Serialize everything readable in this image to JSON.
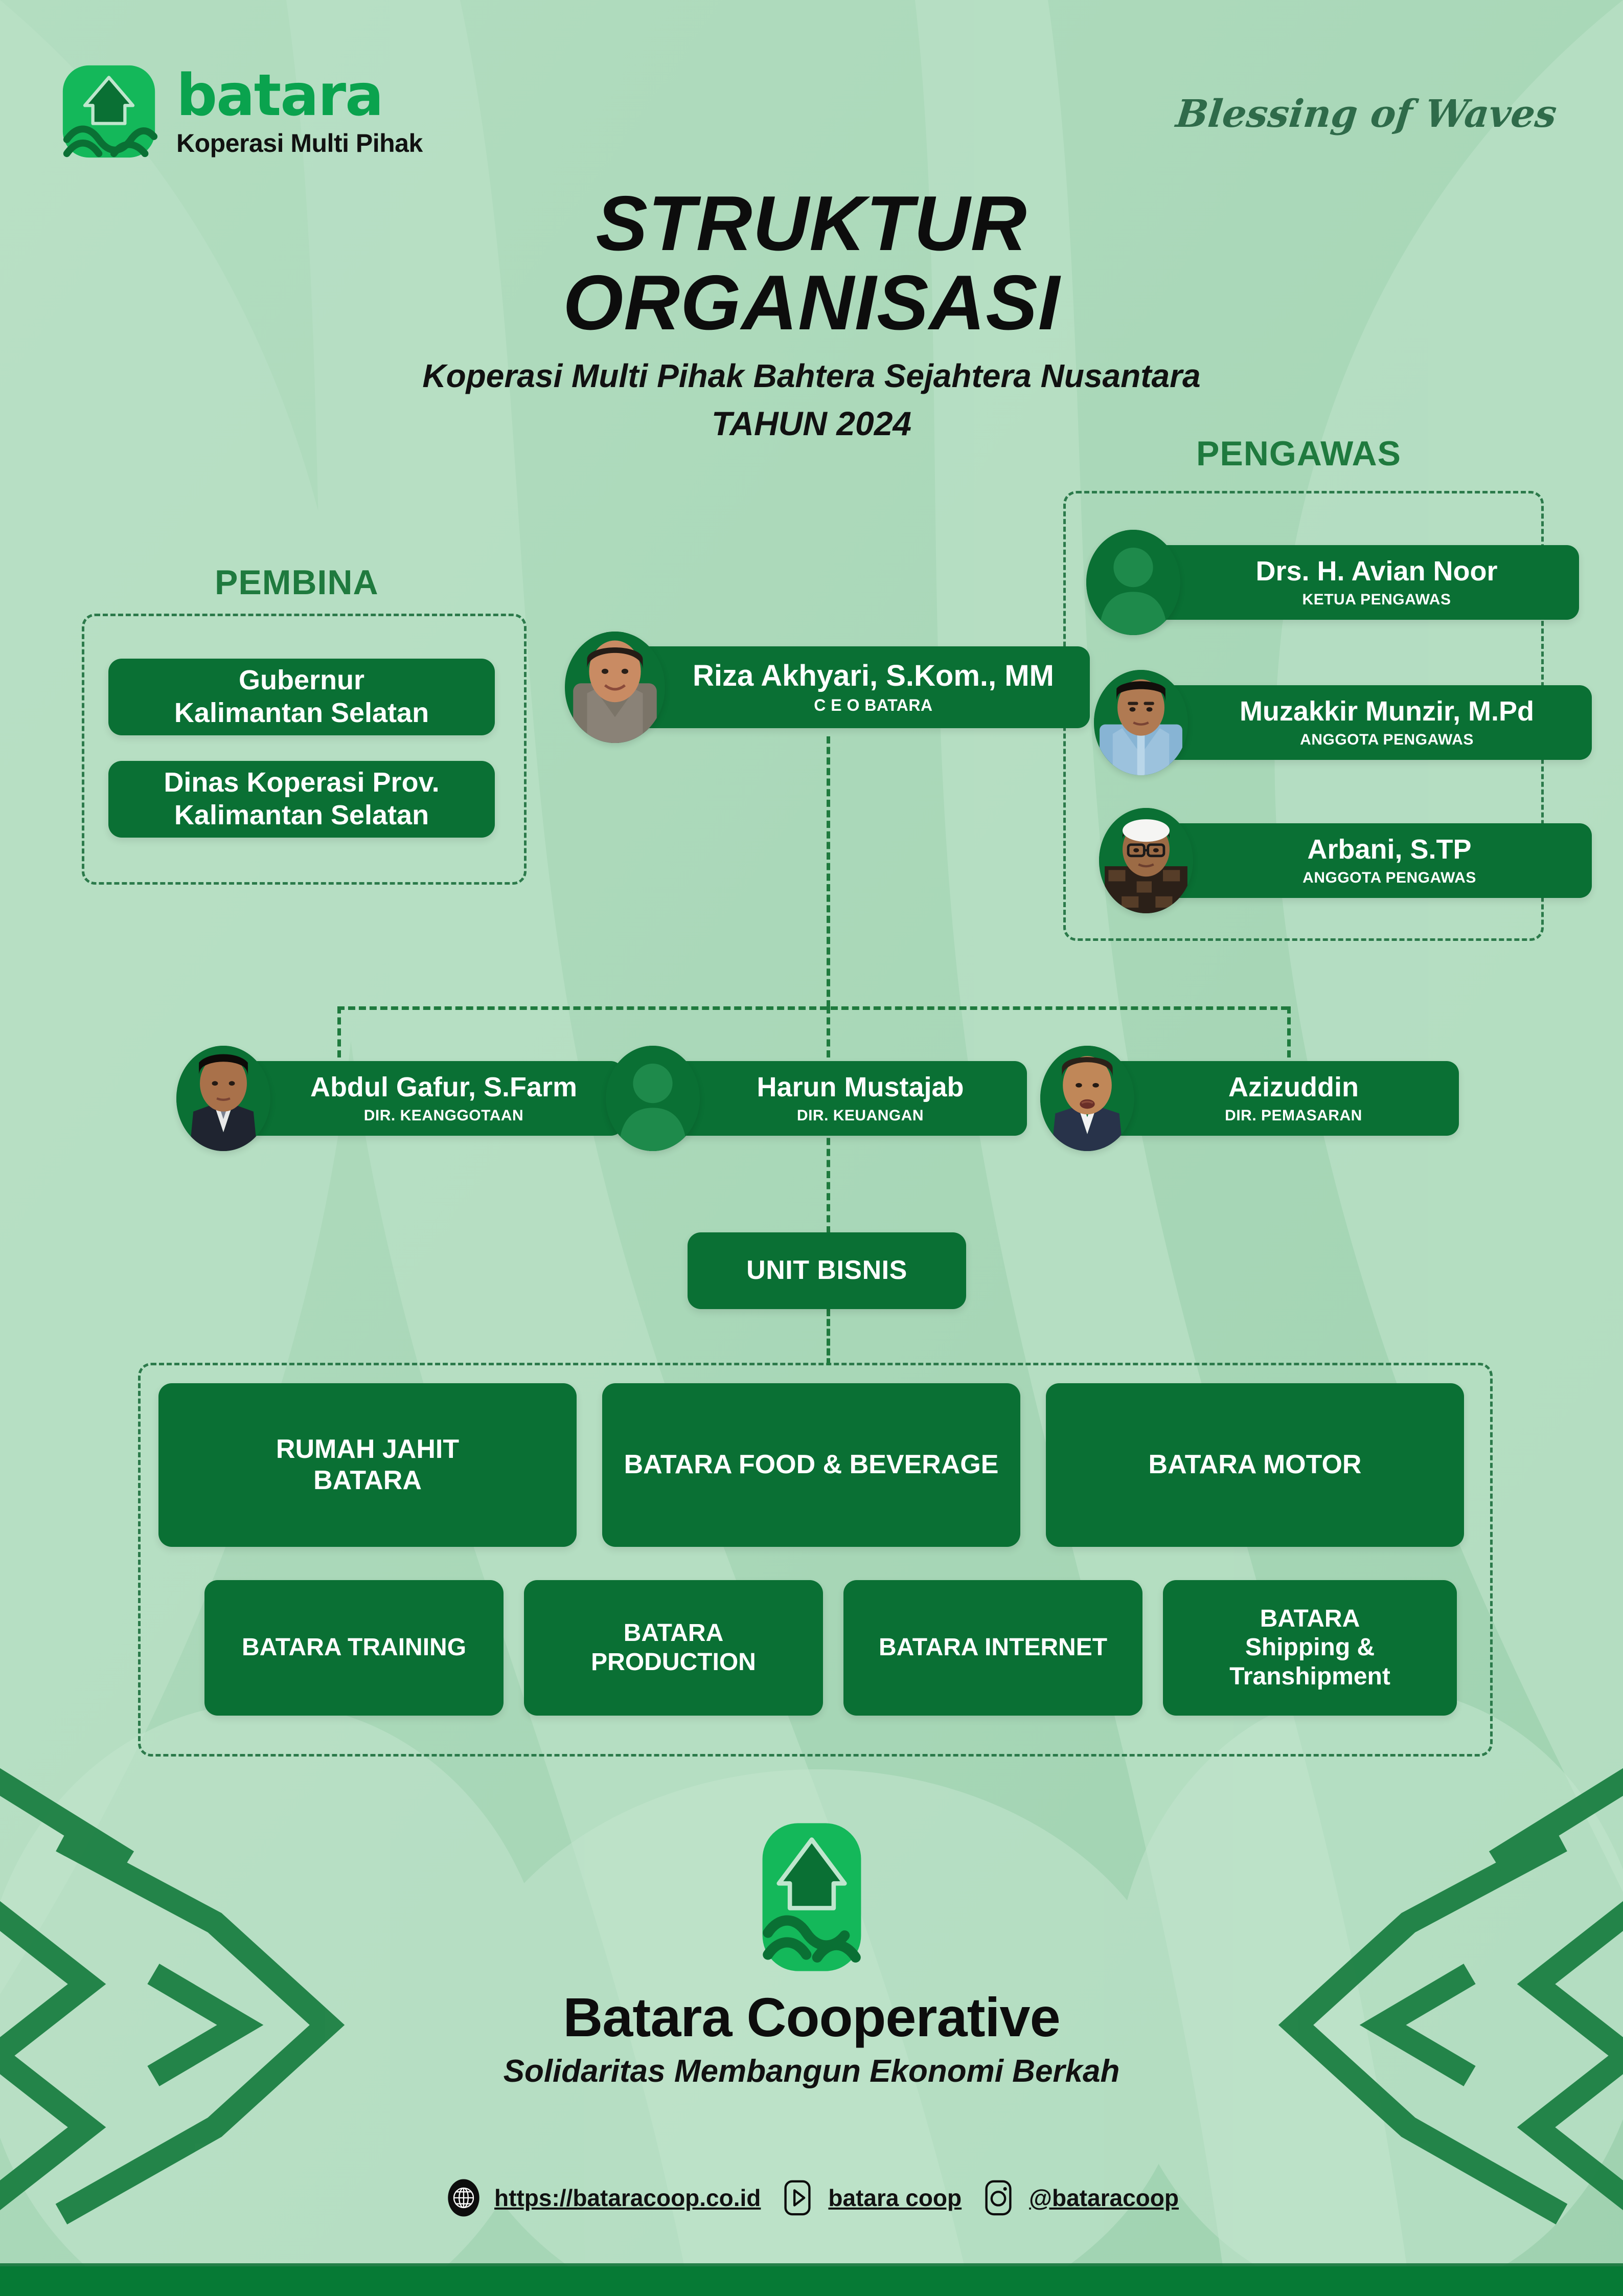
{
  "brand": {
    "logo_word": "batara",
    "logo_sub": "Koperasi Multi Pihak",
    "tagline": "Blessing of Waves"
  },
  "title": {
    "line1": "STRUKTUR",
    "line2": "ORGANISASI",
    "subtitle": "Koperasi Multi Pihak Bahtera Sejahtera Nusantara",
    "year": "TAHUN 2024"
  },
  "sections": {
    "pembina_caption": "PEMBINA",
    "pengawas_caption": "PENGAWAS",
    "unit_bisnis_label": "UNIT BISNIS"
  },
  "pembina": [
    {
      "label": "Gubernur\nKalimantan Selatan"
    },
    {
      "label": "Dinas Koperasi Prov.\nKalimantan Selatan"
    }
  ],
  "ceo": {
    "name": "Riza Akhyari, S.Kom., MM",
    "role": "C E O BATARA",
    "avatar": "photo"
  },
  "pengawas": [
    {
      "name": "Drs. H. Avian Noor",
      "role": "KETUA PENGAWAS",
      "avatar": "placeholder"
    },
    {
      "name": "Muzakkir Munzir, M.Pd",
      "role": "ANGGOTA PENGAWAS",
      "avatar": "photo"
    },
    {
      "name": "Arbani, S.TP",
      "role": "ANGGOTA PENGAWAS",
      "avatar": "photo"
    }
  ],
  "directors": [
    {
      "name": "Abdul Gafur, S.Farm",
      "role": "DIR. KEANGGOTAAN",
      "avatar": "photo"
    },
    {
      "name": "Harun Mustajab",
      "role": "DIR. KEUANGAN",
      "avatar": "placeholder"
    },
    {
      "name": "Azizuddin",
      "role": "DIR. PEMASARAN",
      "avatar": "photo"
    }
  ],
  "business_units_row1": [
    "RUMAH JAHIT\nBATARA",
    "BATARA FOOD & BEVERAGE",
    "BATARA MOTOR"
  ],
  "business_units_row2": [
    "BATARA TRAINING",
    "BATARA\nPRODUCTION",
    "BATARA INTERNET",
    "BATARA\nShipping &\nTranshipment"
  ],
  "footer": {
    "name": "Batara Cooperative",
    "motto": "Solidaritas Membangun Ekonomi Berkah"
  },
  "social": [
    {
      "icon": "globe-icon",
      "text": "https://bataracoop.co.id"
    },
    {
      "icon": "youtube-icon",
      "text": "batara coop"
    },
    {
      "icon": "instagram-icon",
      "text": "@bataracoop"
    }
  ],
  "colors": {
    "background": "#a8d7b7",
    "box_green": "#0a7034",
    "brand_green": "#0aa34e",
    "caption_green": "#1f7a3e",
    "dash_green": "#2c7a4b",
    "bottom_bar": "#067a35"
  }
}
